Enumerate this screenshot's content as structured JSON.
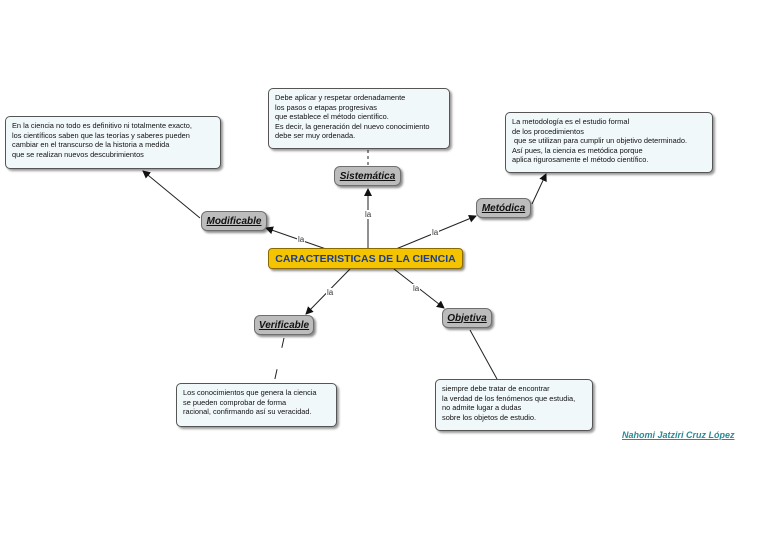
{
  "center": {
    "label": "CARACTERISTICAS DE LA CIENCIA"
  },
  "link_word": "la",
  "nodes": {
    "sistematica": "Sistemática",
    "modificable": "Modificable",
    "metodica": "Metódica",
    "verificable": "Verificable",
    "objetiva": "Objetiva"
  },
  "descriptions": {
    "sistematica": "Debe aplicar y respetar ordenadamente\nlos pasos o etapas progresivas\nque establece el método científico.\nEs decir, la generación del nuevo conocimiento\ndebe ser muy ordenada.",
    "modificable": "En la ciencia no todo es definitivo ni totalmente exacto,\nlos científicos saben que las teorías y saberes pueden\ncambiar en el transcurso de la historia a medida\nque se realizan nuevos descubrimientos",
    "metodica": "La metodología es el estudio formal\nde los procedimientos\n que se utilizan para cumplir un objetivo determinado.\nAsí pues, la ciencia es metódica porque\naplica rigurosamente el método científico.",
    "verificable": "Los conocimientos que genera la ciencia\nse pueden comprobar de forma\nracional, confirmando así su veracidad.",
    "objetiva": "siempre debe tratar de encontrar\nla verdad de los fenómenos que estudia,\nno admite lugar a dudas\nsobre los objetos de estudio."
  },
  "author": "Nahomi Jatziri Cruz López"
}
